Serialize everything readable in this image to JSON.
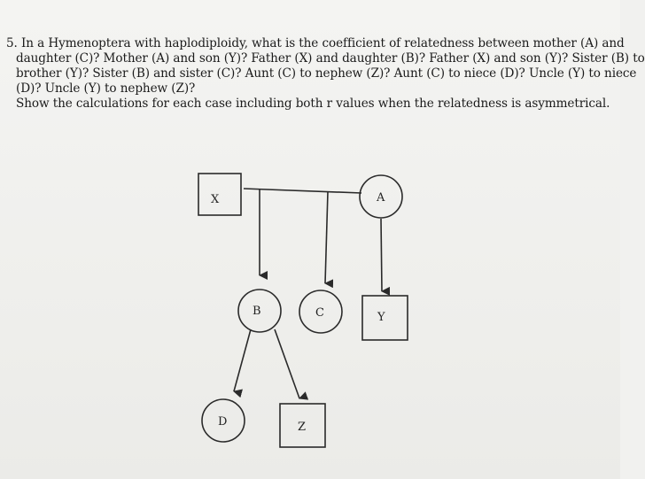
{
  "question": {
    "lines": [
      "5. In a Hymenoptera with haplodiploidy, what is the coefficient of relatedness between mother (A) and",
      "daughter (C)? Mother (A) and son (Y)? Father (X) and daughter (B)? Father (X) and son (Y)? Sister (B) to",
      "brother (Y)? Sister (B) and sister (C)? Aunt (C) to nephew (Z)? Aunt (C) to niece (D)? Uncle (Y) to niece",
      "(D)? Uncle (Y) to nephew (Z)?",
      "Show the calculations for each case including both r values when the relatedness is asymmetrical."
    ]
  },
  "pedigree": {
    "X": "X",
    "A": "A",
    "B": "B",
    "C": "C",
    "Y": "Y",
    "D": "D",
    "Z": "Z"
  },
  "colors": {
    "ink": "#222222",
    "paper": "#f1f1ef"
  }
}
